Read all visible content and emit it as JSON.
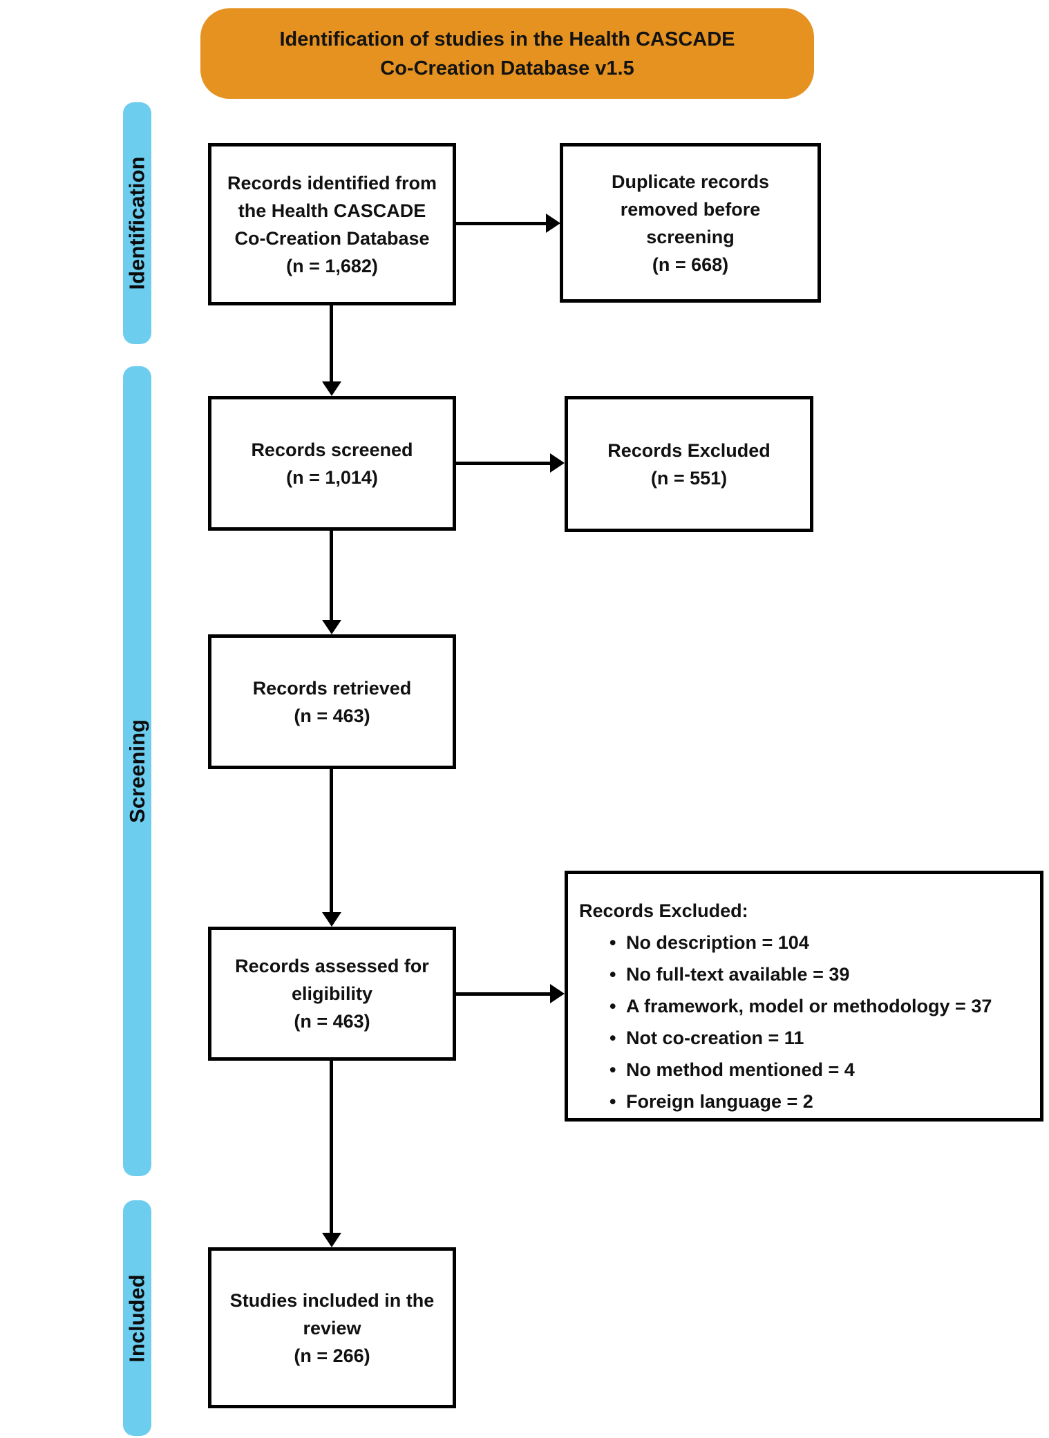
{
  "header": {
    "line1": "Identification of studies in the Health CASCADE",
    "line2": "Co-Creation Database v1.5"
  },
  "stages": {
    "identification": "Identification",
    "screening": "Screening",
    "included": "Included"
  },
  "boxes": {
    "identified": {
      "lines": [
        "Records identified from",
        "the Health CASCADE",
        "Co-Creation Database",
        "(n = 1,682)"
      ]
    },
    "duplicates": {
      "lines": [
        "Duplicate records",
        "removed before",
        "screening",
        "(n = 668)"
      ]
    },
    "screened": {
      "lines": [
        "Records screened",
        "(n = 1,014)"
      ]
    },
    "records_excluded": {
      "lines": [
        "Records Excluded",
        "(n = 551)"
      ]
    },
    "retrieved": {
      "lines": [
        "Records retrieved",
        "(n = 463)"
      ]
    },
    "assessed": {
      "lines": [
        "Records assessed for",
        "eligibility",
        "(n = 463)"
      ]
    },
    "excluded_reasons": {
      "title": "Records Excluded:",
      "items": [
        "No description = 104",
        "No full-text available = 39",
        "A framework, model or methodology = 37",
        "Not co-creation = 11",
        "No method mentioned = 4",
        "Foreign language = 2"
      ]
    },
    "included_studies": {
      "lines": [
        "Studies included in the",
        "review",
        "(n = 266)"
      ]
    }
  },
  "colors": {
    "header_bg": "#E59220",
    "stage_bg": "#6DCDEE",
    "line": "#000000",
    "text": "#111111"
  }
}
